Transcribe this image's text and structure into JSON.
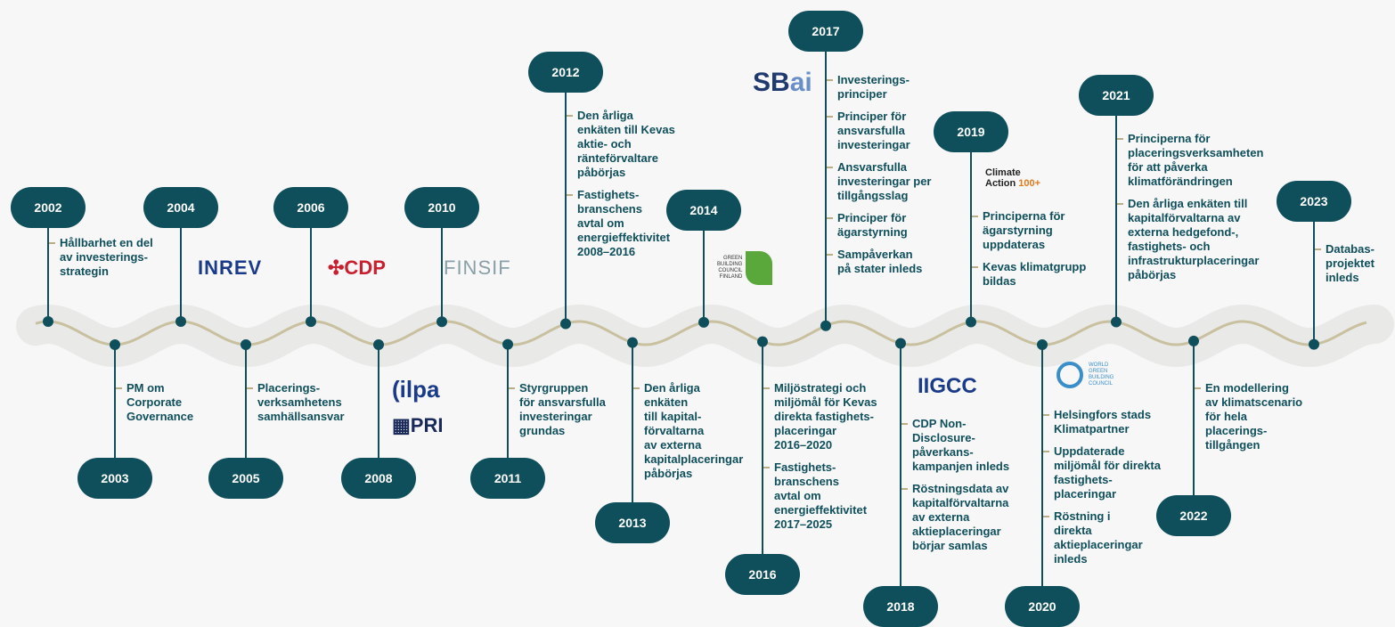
{
  "colors": {
    "accent": "#0f4f5c",
    "tick": "#b8ad84",
    "wave": "#c9c0a0",
    "band": "#e9e9e7"
  },
  "events": [
    {
      "year": "2002",
      "items": [
        "Hållbarhet en del\nav investerings-\nstrategin"
      ]
    },
    {
      "year": "2003",
      "items": [
        "PM om\nCorporate\nGovernance"
      ]
    },
    {
      "year": "2004",
      "items": [],
      "logo": "INREV"
    },
    {
      "year": "2005",
      "items": [
        "Placerings-\nverksamhetens\nsamhällsansvar"
      ]
    },
    {
      "year": "2006",
      "items": [],
      "logo": "CDP"
    },
    {
      "year": "2008",
      "items": [],
      "logo": "ilpa / PRI"
    },
    {
      "year": "2010",
      "items": [],
      "logo": "FINSIF"
    },
    {
      "year": "2011",
      "items": [
        "Styrgruppen\nför ansvarsfulla\ninvesteringar\ngrundas"
      ]
    },
    {
      "year": "2012",
      "items": [
        "Den årliga\nenkäten till Kevas\naktie- och\nränteförvaltare\npåbörjas",
        "Fastighets-\nbranschens\navtal om\nenergieffektivitet\n2008–2016"
      ]
    },
    {
      "year": "2013",
      "items": [
        "Den årliga\nenkäten\ntill kapital-\nförvaltarna\nav externa\nkapitalplaceringar\npåbörjas"
      ]
    },
    {
      "year": "2014",
      "items": [],
      "logo": "GREEN BUILDING COUNCIL FINLAND"
    },
    {
      "year": "2016",
      "items": [
        "Miljöstrategi och\nmiljömål för Kevas\ndirekta fastighets-\nplaceringar\n2016–2020",
        "Fastighets-\nbranschens\navtal om\nenergieffektivitet\n2017–2025"
      ]
    },
    {
      "year": "2017",
      "items": [
        "Investerings-\nprinciper",
        "Principer för\nansvarsfulla\ninvesteringar",
        "Ansvarsfulla\ninvesteringar per\ntillgångsslag",
        "Principer för\nägarstyrning",
        "Sampåverkan\npå stater inleds"
      ],
      "logo": "SBai"
    },
    {
      "year": "2018",
      "items": [
        "CDP Non-\nDisclosure-\npåverkans-\nkampanjen inleds",
        "Röstningsdata av\nkapitalförvaltarna\nav externa\naktieplaceringar\nbörjar samlas"
      ],
      "logo": "IIGCC"
    },
    {
      "year": "2019",
      "items": [
        "Principerna för\nägarstyrning\nuppdateras",
        "Kevas klimatgrupp\nbildas"
      ],
      "logo": "Climate Action 100+"
    },
    {
      "year": "2020",
      "items": [
        "Helsingfors stads\nKlimatpartner",
        "Uppdaterade\nmiljömål för direkta\nfastighets-\nplaceringar",
        "Röstning i\ndirekta\naktieplaceringar\ninleds"
      ],
      "logo": "WORLD GREEN BUILDING COUNCIL"
    },
    {
      "year": "2021",
      "items": [
        "Principerna för\nplaceringsverksamheten\nför att påverka\nklimatförändringen",
        "Den årliga enkäten till\nkapitalförvaltarna av\nexterna hedgefond-,\nfastighets- och\ninfrastrukturplaceringar\npåbörjas"
      ]
    },
    {
      "year": "2022",
      "items": [
        "En modellering\nav klimatscenario\nför hela\nplacerings-\ntillgången"
      ]
    },
    {
      "year": "2023",
      "items": [
        "Databas-\nprojektet\ninleds"
      ]
    }
  ]
}
